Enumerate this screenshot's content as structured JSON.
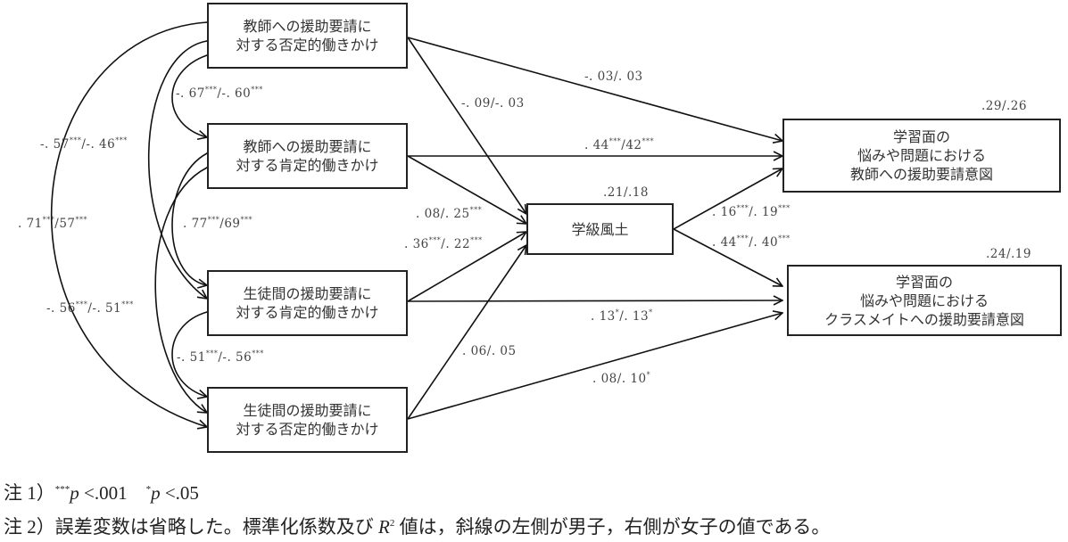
{
  "figure": {
    "nodes": {
      "teacher_negative": {
        "lines": [
          "教師への援助要請に",
          "対する否定的働きかけ"
        ]
      },
      "teacher_positive": {
        "lines": [
          "教師への援助要請に",
          "対する肯定的働きかけ"
        ]
      },
      "peer_positive": {
        "lines": [
          "生徒間の援助要請に",
          "対する肯定的働きかけ"
        ]
      },
      "peer_negative": {
        "lines": [
          "生徒間の援助要請に",
          "対する否定的働きかけ"
        ]
      },
      "class_climate": {
        "lines": [
          "学級風土"
        ],
        "r2": ".21/.18"
      },
      "intent_teacher": {
        "lines": [
          "学習面の",
          "悩みや問題における",
          "教師への援助要請意図"
        ],
        "r2": ".29/.26"
      },
      "intent_classmate": {
        "lines": [
          "学習面の",
          "悩みや問題における",
          "クラスメイトへの援助要請意図"
        ],
        "r2": ".24/.19"
      }
    },
    "paths": [
      {
        "from": "teacher_negative",
        "to": "intent_teacher",
        "male": "-.03",
        "female": ".03",
        "male_sig": "",
        "female_sig": ""
      },
      {
        "from": "teacher_negative",
        "to": "class_climate",
        "male": "-.09",
        "female": "-.03",
        "male_sig": "",
        "female_sig": ""
      },
      {
        "from": "teacher_positive",
        "to": "intent_teacher",
        "male": ".44",
        "female": "42",
        "male_sig": "***",
        "female_sig": "***"
      },
      {
        "from": "teacher_positive",
        "to": "class_climate",
        "male": ".08",
        "female": ".25",
        "male_sig": "",
        "female_sig": "***"
      },
      {
        "from": "peer_positive",
        "to": "class_climate",
        "male": ".36",
        "female": ".22",
        "male_sig": "***",
        "female_sig": "***"
      },
      {
        "from": "peer_positive",
        "to": "intent_classmate",
        "male": ".13",
        "female": ".13",
        "male_sig": "*",
        "female_sig": "*"
      },
      {
        "from": "peer_negative",
        "to": "class_climate",
        "male": ".06",
        "female": ".05",
        "male_sig": "",
        "female_sig": ""
      },
      {
        "from": "peer_negative",
        "to": "intent_classmate",
        "male": ".08",
        "female": ".10",
        "male_sig": "",
        "female_sig": "*"
      },
      {
        "from": "class_climate",
        "to": "intent_teacher",
        "male": ".16",
        "female": ".19",
        "male_sig": "***",
        "female_sig": "***"
      },
      {
        "from": "class_climate",
        "to": "intent_classmate",
        "male": ".44",
        "female": ".40",
        "male_sig": "***",
        "female_sig": "***"
      }
    ],
    "correlations": [
      {
        "a": "teacher_negative",
        "b": "teacher_positive",
        "male": "-.67",
        "female": "-.60",
        "male_sig": "***",
        "female_sig": "***"
      },
      {
        "a": "teacher_negative",
        "b": "peer_positive",
        "male": "-.57",
        "female": "-.46",
        "male_sig": "***",
        "female_sig": "***"
      },
      {
        "a": "teacher_negative",
        "b": "peer_negative",
        "male": ".71",
        "female": "57",
        "male_sig": "***",
        "female_sig": "***"
      },
      {
        "a": "teacher_positive",
        "b": "peer_positive",
        "male": ".77",
        "female": "69",
        "male_sig": "***",
        "female_sig": "***"
      },
      {
        "a": "teacher_positive",
        "b": "peer_negative",
        "male": "-.56",
        "female": "-.51",
        "male_sig": "***",
        "female_sig": "***"
      },
      {
        "a": "peer_positive",
        "b": "peer_negative",
        "male": "-.51",
        "female": "-.56",
        "male_sig": "***",
        "female_sig": "***"
      }
    ]
  },
  "notes": {
    "note1": {
      "prefix": "注 1）",
      "sig3": "***",
      "p1": "p",
      "t1": " <.001",
      "sig1": "*",
      "p2": "p",
      "t2": " <.05"
    },
    "note2": {
      "prefix": "注 2）",
      "text_a": "誤差変数は省略した。標準化係数及び ",
      "r": "R",
      "sq": "2",
      "text_b": " 値は，斜線の左側が男子，右側が女子の値である。"
    }
  }
}
